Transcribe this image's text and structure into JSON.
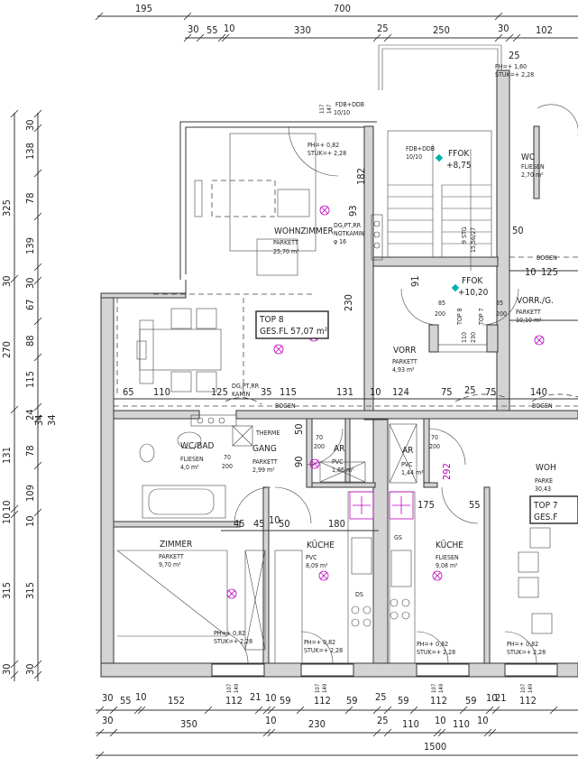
{
  "dimensions": {
    "top_row1": [
      "195",
      "700"
    ],
    "top_row2": [
      "30",
      "55",
      "10",
      "330",
      "25",
      "250",
      "30",
      "102"
    ],
    "top_right": "25",
    "left_outer": [
      "325",
      "30",
      "270",
      "131",
      "10",
      "10",
      "315",
      "30"
    ],
    "left_inner": [
      "30",
      "138",
      "78",
      "139",
      "30",
      "67",
      "88",
      "115",
      "24",
      "34",
      "78",
      "109",
      "10",
      "315",
      "30"
    ],
    "left_extra": "34",
    "interior_row1": [
      "65",
      "110",
      "125",
      "35",
      "115",
      "131",
      "10",
      "124",
      "75",
      "25",
      "75",
      "140"
    ],
    "interior_row2": [
      "45",
      "45",
      "10",
      "50",
      "180",
      "175",
      "55"
    ],
    "interior_misc": [
      "230",
      "182",
      "93",
      "91",
      "50",
      "125",
      "10",
      "90",
      "50",
      "292",
      "117",
      "147"
    ],
    "bottom_row1": [
      "30",
      "55",
      "10",
      "152",
      "112",
      "21",
      "10",
      "59",
      "112",
      "59",
      "25",
      "59",
      "112",
      "59",
      "10",
      "21",
      "112"
    ],
    "bottom_window_small": [
      "107",
      "149"
    ],
    "bottom_row2": [
      "30",
      "350",
      "10",
      "230",
      "25",
      "110",
      "10",
      "110",
      "10"
    ],
    "bottom_total": "1500"
  },
  "rooms": [
    {
      "name": "WOHNZIMMER",
      "floor": "PARKETT",
      "area": "25,70 m²"
    },
    {
      "name": "WC/BAD",
      "floor": "FLIESEN",
      "area": "4,0 m²"
    },
    {
      "name": "GANG",
      "floor": "PARKETT",
      "area": "2,99 m²"
    },
    {
      "name": "AR",
      "floor": "PVC",
      "area": "1,86 m²"
    },
    {
      "name": "AR",
      "floor": "PVC",
      "area": "1,44 m²"
    },
    {
      "name": "ZIMMER",
      "floor": "PARKETT",
      "area": "9,70 m²"
    },
    {
      "name": "KÜCHE",
      "floor": "PVC",
      "area": "8,09 m²"
    },
    {
      "name": "KÜCHE",
      "floor": "FLIESEN",
      "area": "9,08 m²"
    },
    {
      "name": "VORR",
      "floor": "PARKETT",
      "area": "4,93 m²"
    },
    {
      "name": "VORR./G.",
      "floor": "PARKETT",
      "area": "10,10 m²"
    },
    {
      "name": "WC",
      "floor": "FLIESEN",
      "area": "2,70 m²"
    },
    {
      "name": "WOH",
      "floor": "PARKE",
      "area": "30,43"
    }
  ],
  "units": [
    {
      "top": "TOP 8",
      "area": "GES.FL 57,07 m²"
    },
    {
      "top": "TOP 7",
      "area": "GES.F"
    }
  ],
  "annotations": {
    "window_ph": "PH=+ 0,82",
    "window_stuk": "STUK=+ 2,28",
    "balcony_ph": "PH=+ 1,60",
    "balcony_stuk": "STUK=+ 2,28",
    "fdb": "FDB+DDB",
    "fdb_size": "10/10",
    "ffok": "FFOK",
    "ffok_level1": "+8,75",
    "ffok_level2": "+10,20",
    "notkamin1": "DG,PT,RR",
    "notkamin2": "NOTKAMIN",
    "notkamin3": "φ 16",
    "kamin1": "DG,PT,RR",
    "kamin2": "KAMIN",
    "therme": "THERME",
    "bogen": "BOGEN",
    "stairs1": "9 STG",
    "stairs2": "15,56/27",
    "top8_door": "TOP 8",
    "top7_door": "TOP 7",
    "gs": "GS",
    "ds": "DS",
    "door_w70": "70",
    "door_h200": "200",
    "door_w85": "85",
    "door_w110": "110",
    "door_h230": "230"
  },
  "colors": {
    "walls": "#d4d4d4",
    "lines": "#333333",
    "electrical": "#c000c0",
    "markers": "#00b0b0"
  }
}
